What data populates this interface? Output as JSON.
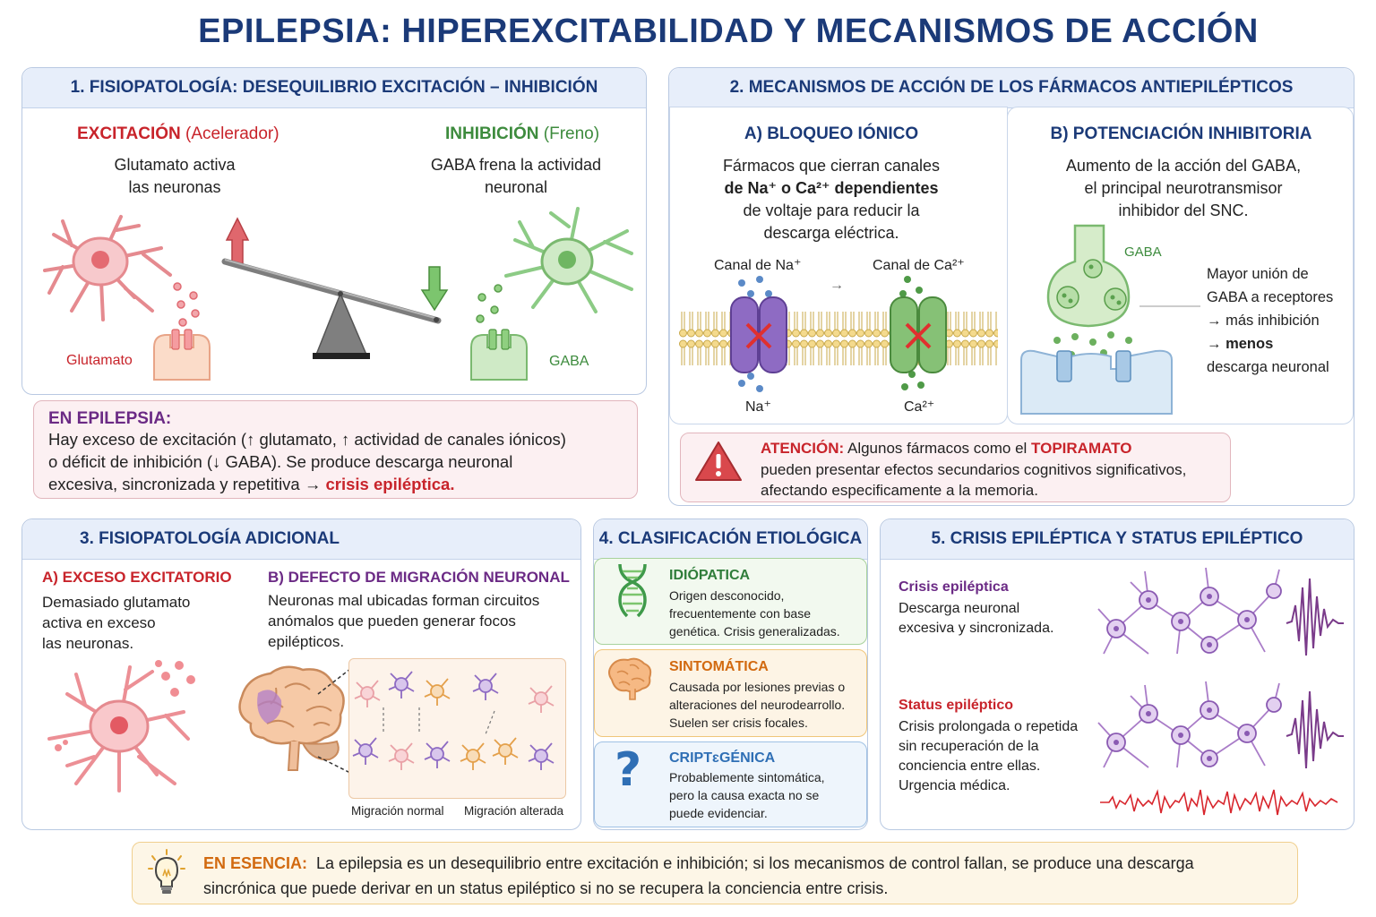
{
  "title": "EPILEPSIA: HIPEREXCITABILIDAD Y MECANISMOS DE ACCIÓN",
  "s1": {
    "header": "1. FISIOPATOLOGÍA: DESEQUILIBRIO EXCITACIÓN – INHIBICIÓN",
    "exc_title": "EXCITACIÓN",
    "exc_sub": "(Acelerador)",
    "exc_text1": "Glutamato activa",
    "exc_text2": "las neuronas",
    "inh_title": "INHIBICIÓN",
    "inh_sub": "(Freno)",
    "inh_text1a": "GABA",
    "inh_text1b": "frena la actividad",
    "inh_text2": "neuronal",
    "glut_label": "Glutamato",
    "gaba_label": "GABA",
    "ep_title": "EN EPILEPSIA:",
    "ep_line1": "Hay exceso de excitación (↑ glutamato, ↑ actividad de canales iónicos)",
    "ep_line2": "o déficit de inhibición (↓ GABA). Se produce descarga neuronal",
    "ep_line3a": "excesiva, sincronizada y repetitiva →",
    "ep_line3b": "crisis epiléptica."
  },
  "s2": {
    "header": "2. MECANISMOS DE ACCIÓN DE LOS FÁRMACOS ANTIEPILÉPTICOS",
    "a_title": "A) BLOQUEO IÓNICO",
    "a_l1": "Fármacos que cierran canales",
    "a_l2": "de Na⁺ o Ca²⁺ dependientes",
    "a_l3": "de voltaje para reducir la",
    "a_l4": "descarga eléctrica.",
    "na_channel": "Canal de Na⁺",
    "ca_channel": "Canal de Ca²⁺",
    "na_ion": "Na⁺",
    "ca_ion": "Ca²⁺",
    "arrow": "→",
    "b_title": "B) POTENCIACIÓN INHIBITORIA",
    "b_l1": "Aumento de la acción del GABA,",
    "b_l2": "el principal neurotransmisor",
    "b_l3": "inhibidor del SNC.",
    "gaba_label": "GABA",
    "b_r1": "Mayor unión de",
    "b_r2": "GABA a receptores",
    "b_r3": "→ más inhibición",
    "b_r4": "→ menos",
    "b_r5": "descarga neuronal",
    "warn_title": "ATENCIÓN:",
    "warn_l1a": "Algunos fármacos como el",
    "warn_l1b": "TOPIRAMATO",
    "warn_l2": "pueden presentar efectos secundarios cognitivos significativos,",
    "warn_l3": "afectando especificamente a la memoria."
  },
  "s3": {
    "header": "3. FISIOPATOLOGÍA ADICIONAL",
    "a_title": "A) EXCESO EXCITATORIO",
    "a_l1": "Demasiado glutamato",
    "a_l2": "activa en exceso",
    "a_l3": "las neuronas.",
    "b_title": "B) DEFECTO DE MIGRACIÓN NEURONAL",
    "b_l1": "Neuronas mal ubicadas forman circuitos",
    "b_l2": "anómalos que pueden generar focos",
    "b_l3": "epilépticos.",
    "mig_normal": "Migración normal",
    "mig_alt": "Migración alterada"
  },
  "s4": {
    "header": "4. CLASIFICACIÓN ETIOLÓGICA",
    "c1_title": "IDIÓPATICA",
    "c1_l1": "Origen desconocido,",
    "c1_l2": "frecuentemente con base",
    "c1_l3": "genética. Crisis generalizadas.",
    "c2_title": "SINTOMÁTICA",
    "c2_l1": "Causada por lesiones previas o",
    "c2_l2": "alteraciones del neurodearrollo.",
    "c2_l3": "Suelen ser crisis focales.",
    "c3_title": "CRIPTɛGÉNICA",
    "c3_l1": "Probablemente sintomática,",
    "c3_l2": "pero la causa exacta no se",
    "c3_l3": "puede evidenciar."
  },
  "s5": {
    "header": "5. CRISIS EPILÉPTICA Y STATUS EPILÉPTICO",
    "c_title": "Crisis epiléptica",
    "c_l1": "Descarga neuronal",
    "c_l2": "excesiva y sincronizada.",
    "s_title": "Status epiléptico",
    "s_l1": "Crisis prolongada o repetida",
    "s_l2": "sin recuperación de la",
    "s_l3": "conciencia entre ellas.",
    "s_l4": "Urgencia médica."
  },
  "essence": {
    "label": "EN ESENCIA:",
    "l1": "La epilepsia es un desequilibrio entre excitación e inhibición; si los mecanismos de control fallan, se produce una descarga",
    "l2": "sincrónica que puede derivar en un status epiléptico si no se recupera la conciencia entre crisis."
  }
}
